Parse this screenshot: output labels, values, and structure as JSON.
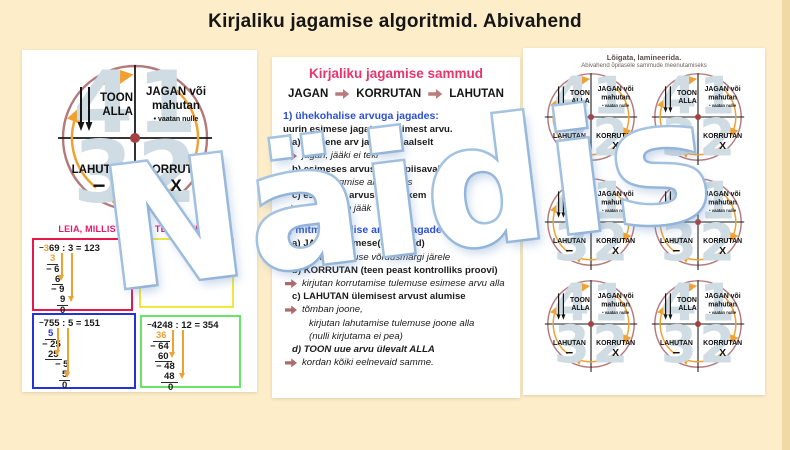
{
  "page_title": "Kirjaliku jagamise algoritmid. Abivahend",
  "watermark": "Näidis",
  "colors": {
    "background": "#fdedc9",
    "circle_outline": "#b5797c",
    "cross_lines": "#1a1a1a",
    "center_dot": "#a34040",
    "faded_number": "#cfdce3",
    "orange_arrow": "#f0a132",
    "pink_heading": "#ee1566",
    "mid_title_pink": "#e8356b",
    "blue_heading": "#2b4fd7",
    "flow_arrow_rose": "#b97b7d",
    "step_arrow_rose": "#ad6a6a",
    "watermark_stroke": "#a6c4e2"
  },
  "wheel": {
    "quadrants": {
      "top_left": {
        "number": "4",
        "lines": [
          "TOON",
          "ALLA"
        ],
        "icon": "double-down-arrows"
      },
      "top_right": {
        "number": "1",
        "lines": [
          "JAGAN või",
          "mahutan"
        ],
        "bullet_label": "vaatan nulle"
      },
      "bottom_left": {
        "number": "3",
        "lines": [
          "LAHUTAN"
        ],
        "symbol": "−"
      },
      "bottom_right": {
        "number": "2",
        "lines": [
          "KORRUTAN"
        ],
        "symbol": "X"
      }
    }
  },
  "left_panel": {
    "find_type_heading": "LEIA, MILLIST TÜÜPI TEHE SUL ON!",
    "examples": [
      {
        "id": "example-369",
        "border": "#e8174b",
        "equation": {
          "prefix": "−",
          "highlight": "3",
          "highlight_color": "#f0a132",
          "rest": "69 : 3 = 123"
        },
        "work": [
          {
            "t": "3",
            "x": 8,
            "u": true,
            "c": "#f0a132"
          },
          {
            "t": "− 6",
            "x": 4
          },
          {
            "t": "6",
            "x": 13,
            "u": true
          },
          {
            "t": "− 9",
            "x": 9
          },
          {
            "t": "9",
            "x": 18,
            "u": true
          },
          {
            "t": "0",
            "x": 18
          }
        ],
        "arrows": [
          {
            "x": 27,
            "h": 23
          },
          {
            "x": 37,
            "h": 44
          }
        ]
      },
      {
        "id": "example-covered-by-watermark",
        "border": "#f0e83e",
        "equation": {
          "prefix": "",
          "highlight": "",
          "highlight_color": "",
          "rest": ""
        },
        "work": [],
        "arrows": []
      },
      {
        "id": "example-755",
        "border": "#2433d8",
        "equation": {
          "prefix": "−",
          "highlight": "",
          "highlight_color": "",
          "rest": "755 : 5 = 151"
        },
        "work": [
          {
            "t": "5",
            "x": 6,
            "u": true,
            "c": "#2433d8"
          },
          {
            "t": "− 25",
            "x": 0
          },
          {
            "t": "25",
            "x": 6,
            "u": true
          },
          {
            "t": "− 5",
            "x": 13
          },
          {
            "t": "5",
            "x": 20,
            "u": true
          },
          {
            "t": "0",
            "x": 20
          }
        ],
        "arrows": [
          {
            "x": 23,
            "h": 23
          },
          {
            "x": 33,
            "h": 45
          }
        ]
      },
      {
        "id": "example-4248",
        "border": "#67e567",
        "equation": {
          "prefix": "−",
          "highlight": "",
          "highlight_color": "",
          "rest": "4248 : 12 = 354"
        },
        "work": [
          {
            "t": "36",
            "x": 6,
            "u": true,
            "c": "#f0a132"
          },
          {
            "t": "− 64",
            "x": 0
          },
          {
            "t": "60",
            "x": 8,
            "u": true
          },
          {
            "t": "− 48",
            "x": 6
          },
          {
            "t": "48",
            "x": 14,
            "u": true
          },
          {
            "t": "0",
            "x": 18
          }
        ],
        "arrows": [
          {
            "x": 30,
            "h": 23
          },
          {
            "x": 40,
            "h": 44
          }
        ]
      }
    ]
  },
  "middle_panel": {
    "title": "Kirjaliku jagamise sammud",
    "flow": [
      "JAGAN",
      "KORRUTAN",
      "LAHUTAN"
    ],
    "sections": [
      {
        "heading": "1) ühekohalise arvuga jagades:",
        "lines": [
          {
            "style": "plain",
            "text": "uurin esimese jagatava esimest arvu."
          },
          {
            "style": "step",
            "text": "a) esimene arv jagub ideaalselt"
          },
          {
            "style": "arrow",
            "text": "jagan, jääki ei teki"
          },
          {
            "style": "step",
            "text": "b) esimeses arvus ei ole piisavalt"
          },
          {
            "style": "arrow",
            "text": "võtan järgmise arvu lisaks"
          },
          {
            "style": "step",
            "text": "c) esimeses arvus on rohkem"
          },
          {
            "style": "arrow",
            "text": "jagan, tekib jääk"
          }
        ]
      },
      {
        "heading": "2) mitmekohalise arvuga jagades: LAHUTAN",
        "lines": [
          {
            "style": "step",
            "text": "a) JAGAN esimese(d) arvu(d)"
          },
          {
            "style": "arrow",
            "text": "kirjutan vastuse võrdusmärgi järele"
          },
          {
            "style": "step",
            "text": "b) KORRUTAN (teen peast kontrolliks proovi)"
          },
          {
            "style": "arrow",
            "text": "kirjutan korrutamise tulemuse esimese arvu alla"
          },
          {
            "style": "step",
            "text": "c) LAHUTAN ülemisest arvust alumise"
          },
          {
            "style": "arrow",
            "text": "tõmban joone,"
          },
          {
            "style": "cont",
            "text": "kirjutan lahutamise tulemuse joone alla"
          },
          {
            "style": "cont",
            "text": "(nulli kirjutama ei pea)"
          },
          {
            "style": "stepitalic",
            "text": "d) TOON uue arvu ülevalt ALLA"
          },
          {
            "style": "arrow",
            "text": "kordan kõiki eelnevaid samme."
          }
        ]
      }
    ]
  },
  "right_panel": {
    "instruction_line1": "Lõigata, lamineerida.",
    "instruction_line2": "Abivahend õpilasele sammude meenutamiseks",
    "wheel_count": 6
  }
}
